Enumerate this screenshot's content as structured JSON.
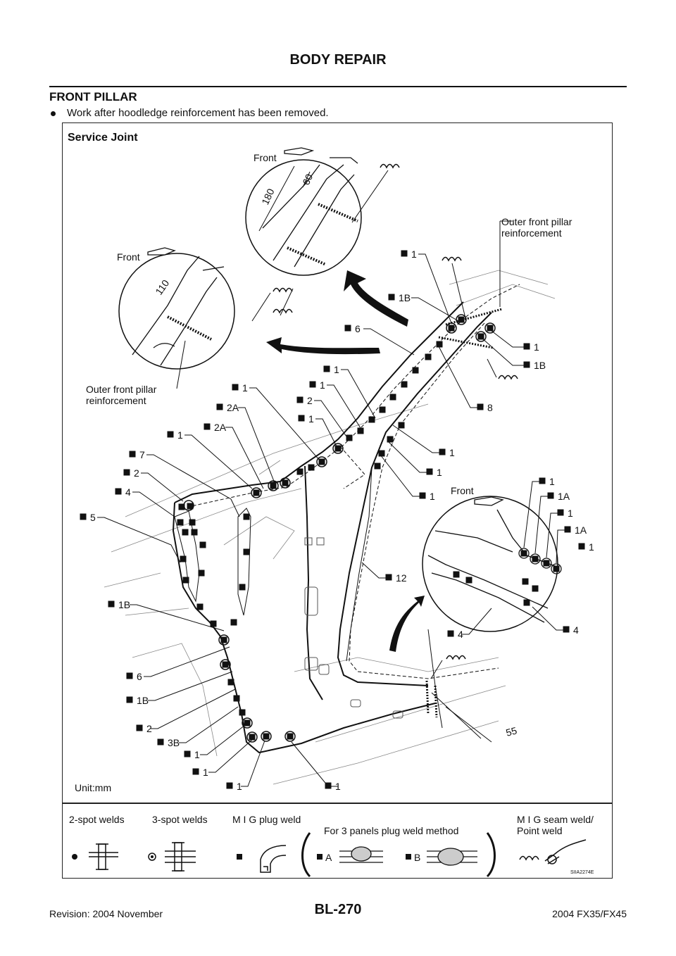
{
  "header": {
    "title": "BODY REPAIR"
  },
  "section": {
    "title": "FRONT PILLAR",
    "bullet": "Work after hoodledge reinforcement has been removed."
  },
  "figure": {
    "title": "Service Joint",
    "unit": "Unit:mm",
    "code": "SIIA2274E",
    "callouts": {
      "front": "Front",
      "outer_reinf_line1": "Outer front pillar",
      "outer_reinf_line2": "reinforcement",
      "dim_180": "180",
      "dim_60": "60",
      "dim_110": "110",
      "dim_55": "55",
      "l_1": "1",
      "l_1A": "1A",
      "l_1B": "1B",
      "l_2": "2",
      "l_2A": "2A",
      "l_3B": "3B",
      "l_4": "4",
      "l_5": "5",
      "l_6": "6",
      "l_7": "7",
      "l_8": "8",
      "l_12": "12"
    }
  },
  "legend": {
    "two_spot": "2-spot welds",
    "three_spot": "3-spot welds",
    "mig_plug": "M I G plug weld",
    "three_panels": "For 3 panels plug weld method",
    "label_A": "A",
    "label_B": "B",
    "mig_seam_line1": "M I G seam weld/",
    "mig_seam_line2": "Point weld"
  },
  "footer": {
    "revision": "Revision: 2004 November",
    "page": "BL-270",
    "model": "2004 FX35/FX45"
  }
}
